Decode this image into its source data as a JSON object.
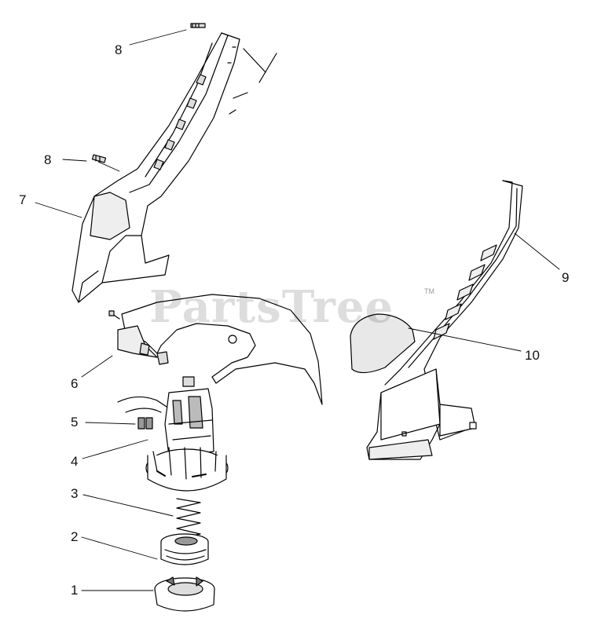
{
  "watermark": {
    "text": "PartsTree",
    "trademark": "TM"
  },
  "callouts": {
    "c1": "1",
    "c2": "2",
    "c3": "3",
    "c4": "4",
    "c5": "5",
    "c6": "6",
    "c7": "7",
    "c8a": "8",
    "c8b": "8",
    "c9": "9",
    "c10": "10"
  },
  "colors": {
    "line": "#000000",
    "fill": "#ffffff",
    "shade": "#cfcfcf",
    "watermark": "#000000"
  }
}
